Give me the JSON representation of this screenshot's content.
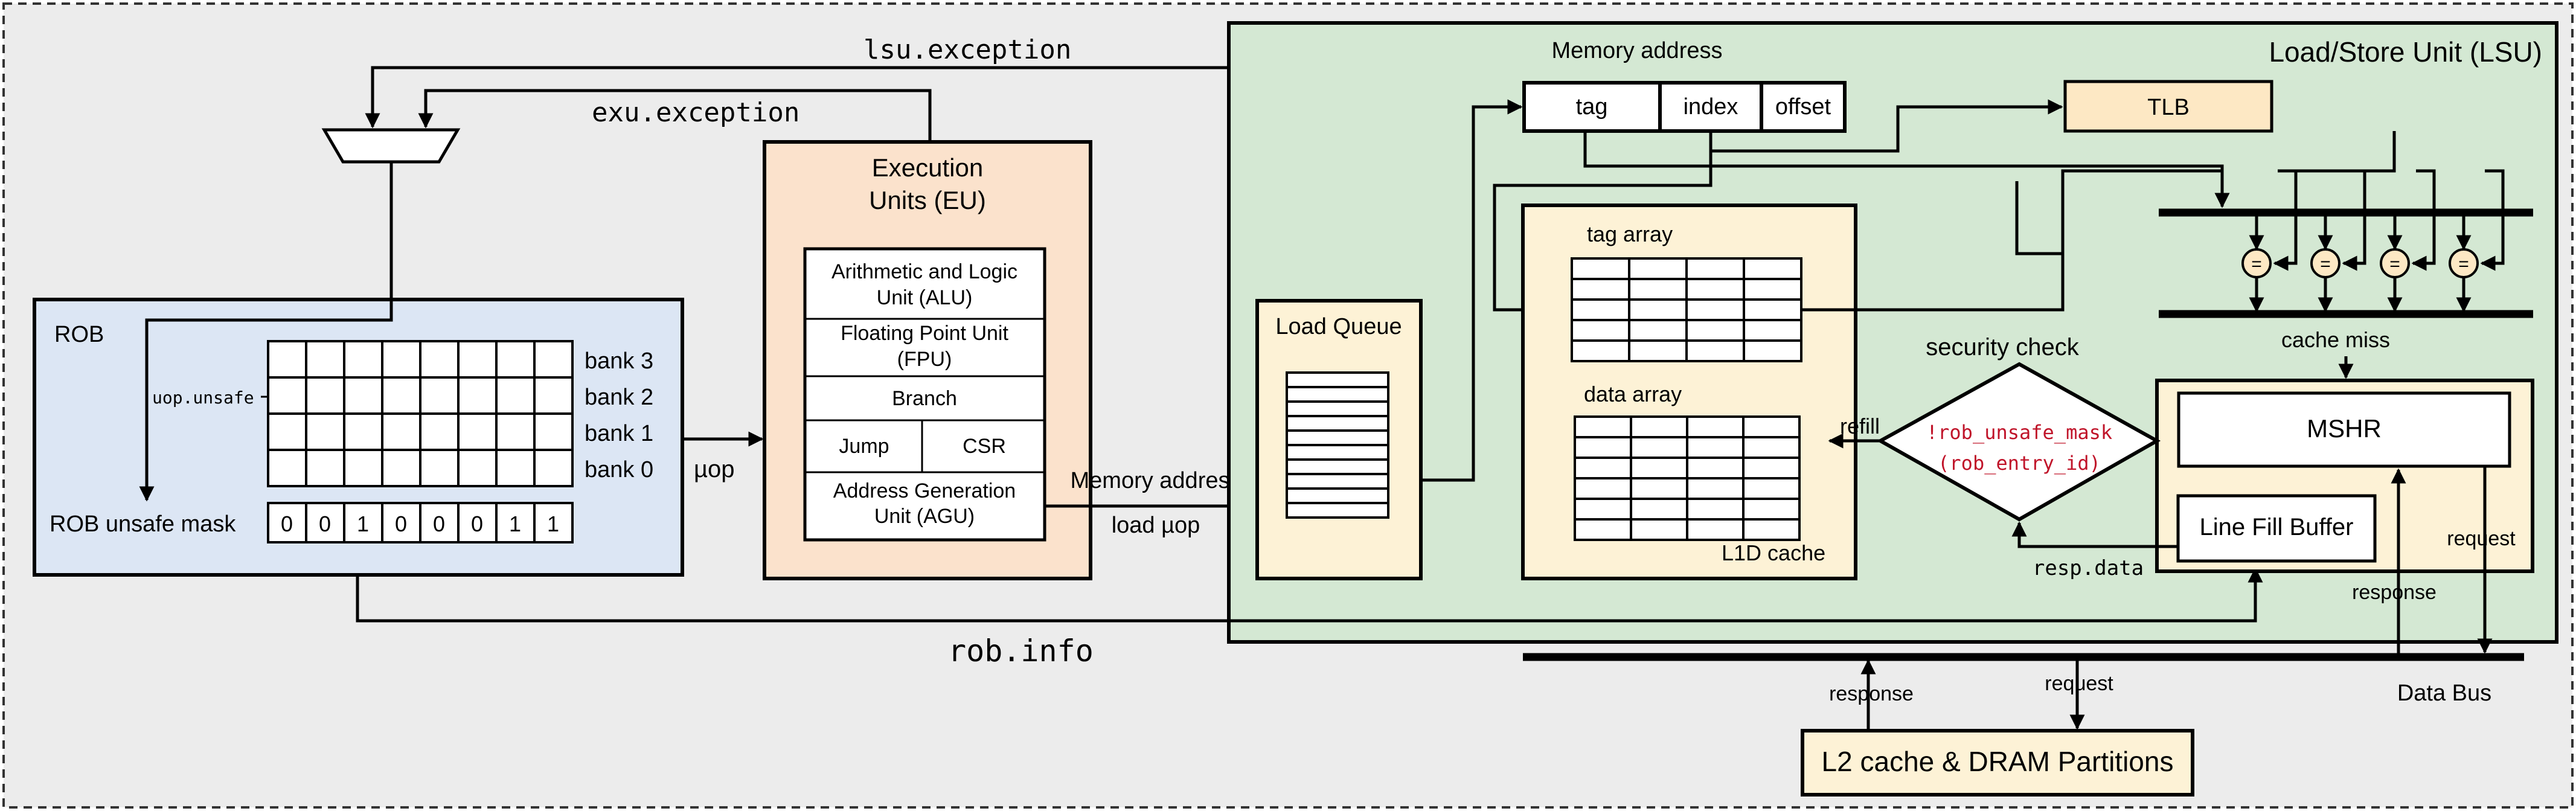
{
  "colors": {
    "background": "#ececec",
    "rob_fill": "#dce6f4",
    "eu_fill": "#fbe2cc",
    "lsu_fill": "#d4e8d3",
    "cache_fill": "#fdf2d6",
    "mask_text": "#c0142a"
  },
  "signals": {
    "lsu_exception": "lsu.exception",
    "exu_exception": "exu.exception",
    "rob_info": "rob.info",
    "uop": "µop",
    "memory_address": "Memory address",
    "load_uop": "load µop",
    "uop_unsafe": "uop.unsafe",
    "refill": "refill",
    "resp_data": "resp.data",
    "cache_miss": "cache miss",
    "request_mshr": "request",
    "response_lfb": "response",
    "response_l2": "response",
    "request_l2": "request",
    "data_bus": "Data Bus"
  },
  "rob": {
    "title": "ROB",
    "banks": [
      "bank 3",
      "bank 2",
      "bank 1",
      "bank 0"
    ],
    "mask_label": "ROB unsafe mask",
    "mask_bits": [
      "0",
      "0",
      "1",
      "0",
      "0",
      "0",
      "1",
      "1"
    ]
  },
  "eu": {
    "title_line1": "Execution",
    "title_line2": "Units (EU)",
    "alu_line1": "Arithmetic and Logic",
    "alu_line2": "Unit (ALU)",
    "fpu_line1": "Floating Point Unit",
    "fpu_line2": "(FPU)",
    "branch": "Branch",
    "jump": "Jump",
    "csr": "CSR",
    "agu_line1": "Address Generation",
    "agu_line2": "Unit (AGU)"
  },
  "lsu": {
    "title": "Load/Store Unit (LSU)",
    "load_queue": "Load Queue",
    "mem_addr_title": "Memory address",
    "tag": "tag",
    "index": "index",
    "offset": "offset",
    "tlb": "TLB",
    "tag_array": "tag array",
    "data_array": "data array",
    "l1d": "L1D cache",
    "security_check": "security check",
    "mask_expr_line1": "!rob_unsafe_mask",
    "mask_expr_line2": "(rob_entry_id)",
    "mshr": "MSHR",
    "lfb": "Line Fill Buffer",
    "comparator": "="
  },
  "l2": {
    "label": "L2 cache & DRAM Partitions"
  }
}
